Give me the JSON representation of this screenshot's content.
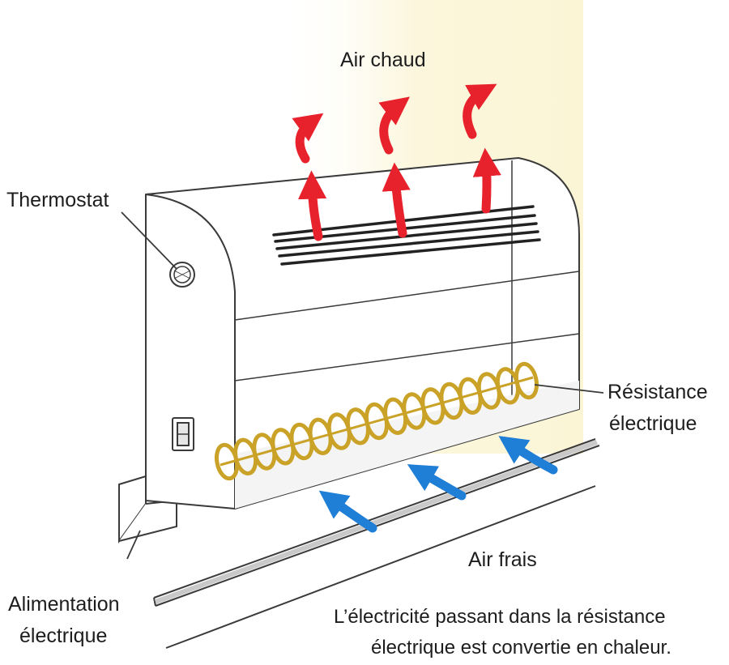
{
  "labels": {
    "hot_air": "Air chaud",
    "thermostat": "Thermostat",
    "resistance_line1": "Résistance",
    "resistance_line2": "électrique",
    "cool_air": "Air frais",
    "power_line1": "Alimentation",
    "power_line2": "électrique",
    "caption_line1": "L’électricité passant dans la résistance",
    "caption_line2": "électrique est convertie en chaleur."
  },
  "colors": {
    "hot_arrow": "#e8222c",
    "cool_arrow": "#1f7ed6",
    "coil": "#c9a227",
    "wall": "#fbf5d6",
    "outline": "#3a3a3a"
  },
  "icons": {
    "hot_air": "curved-up-arrow-icon",
    "cool_air": "diagonal-arrow-icon",
    "thermostat": "knob-icon",
    "switch": "rocker-switch-icon"
  }
}
